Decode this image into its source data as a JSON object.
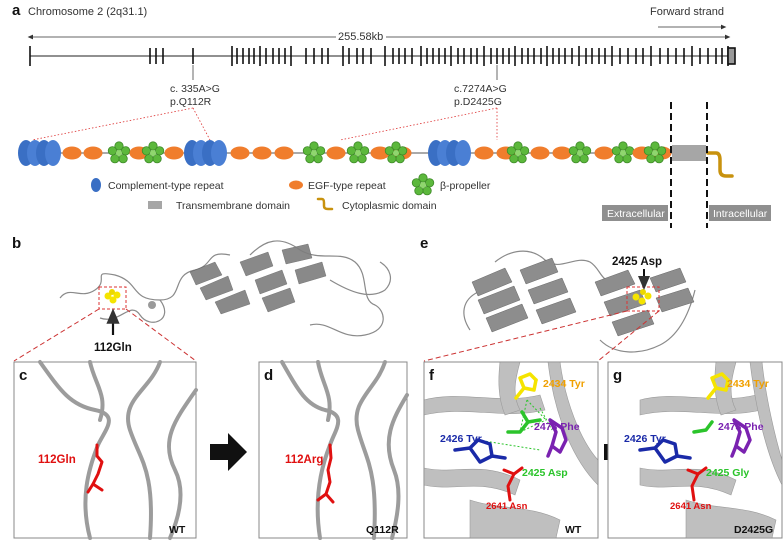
{
  "panel_a": {
    "label": "a",
    "chromosome": "Chromosome 2 (2q31.1)",
    "strand": "Forward strand",
    "length": "255.58kb",
    "variant1": {
      "cdna": "c. 335A>G",
      "protein": "p.Q112R"
    },
    "variant2": {
      "cdna": "c.7274A>G",
      "protein": "p.D2425G"
    },
    "legend": {
      "complement": "Complement-type repeat",
      "egf": "EGF-type repeat",
      "propeller": "β-propeller",
      "transmembrane": "Transmembrane domain",
      "cytoplasmic": "Cytoplasmic domain"
    },
    "extracellular": "Extracellular",
    "intracellular": "Intracellular",
    "colors": {
      "complement": "#3a6fc4",
      "egf": "#f07d2c",
      "propeller": "#5cb83c",
      "transmembrane": "#a6a6a6",
      "cytoplasmic": "#c8920e"
    }
  },
  "panel_b": {
    "label": "b",
    "residue": "112Gln"
  },
  "panel_c": {
    "label": "c",
    "residue": "112Gln",
    "state": "WT"
  },
  "panel_d": {
    "label": "d",
    "residue": "112Arg",
    "state": "Q112R"
  },
  "panel_e": {
    "label": "e",
    "residue": "2425 Asp"
  },
  "panel_f": {
    "label": "f",
    "state": "WT",
    "residues": {
      "tyr2434": "2434 Tyr",
      "phe2473": "2473 Phe",
      "tyr2426": "2426 Tyr",
      "asp2425": "2425 Asp",
      "asn2641": "2641 Asn"
    }
  },
  "panel_g": {
    "label": "g",
    "state": "D2425G",
    "residues": {
      "tyr2434": "2434 Tyr",
      "phe2473": "2473 Phe",
      "tyr2426": "2426 Tyr",
      "gly2425": "2425 Gly",
      "asn2641": "2641 Asn"
    }
  }
}
